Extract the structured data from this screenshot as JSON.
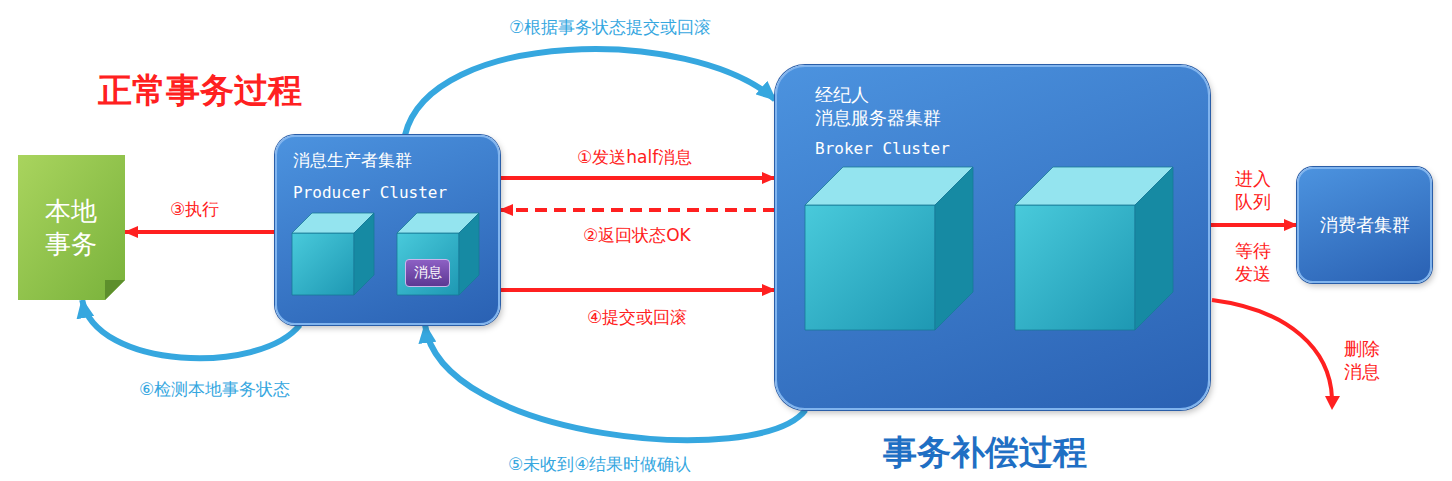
{
  "diagram": {
    "nodes": [
      {
        "text": [
          "本地 事务"
        ]
      },
      {
        "text": [
          "消息生产者集群",
          "Producer Cluster"
        ]
      },
      {
        "text": [
          "消息"
        ],
        "in": 1
      },
      {
        "text": [
          "经纪人 消息服务器集群",
          "Broker Cluster"
        ]
      },
      {
        "text": [
          "消费者集群"
        ]
      }
    ],
    "edges": [
      {
        "from": 1,
        "to": 3,
        "arrow": "to",
        "label": "①发送half消息"
      },
      {
        "from": 3,
        "to": 1,
        "arrow": "to",
        "label": "②返回状态OK"
      },
      {
        "from": 1,
        "to": 0,
        "arrow": "to",
        "label": "③执行"
      },
      {
        "from": 1,
        "to": 3,
        "arrow": "to",
        "label": "④提交或回滚"
      },
      {
        "from": 3,
        "to": 1,
        "arrow": "to",
        "label": "⑤未收到④结果时做确认"
      },
      {
        "from": 1,
        "to": 0,
        "arrow": "to",
        "label": "⑥检测本地事务状态"
      },
      {
        "from": 1,
        "to": 3,
        "arrow": "to",
        "label": "⑦根据事务状态提交或回滚"
      },
      {
        "from": 3,
        "to": 4,
        "arrow": "to",
        "label": "进入 队列"
      }
    ],
    "labels": [
      "正常事务过程",
      "事务补偿过程",
      "等待 发送",
      "删除 消息"
    ]
  }
}
